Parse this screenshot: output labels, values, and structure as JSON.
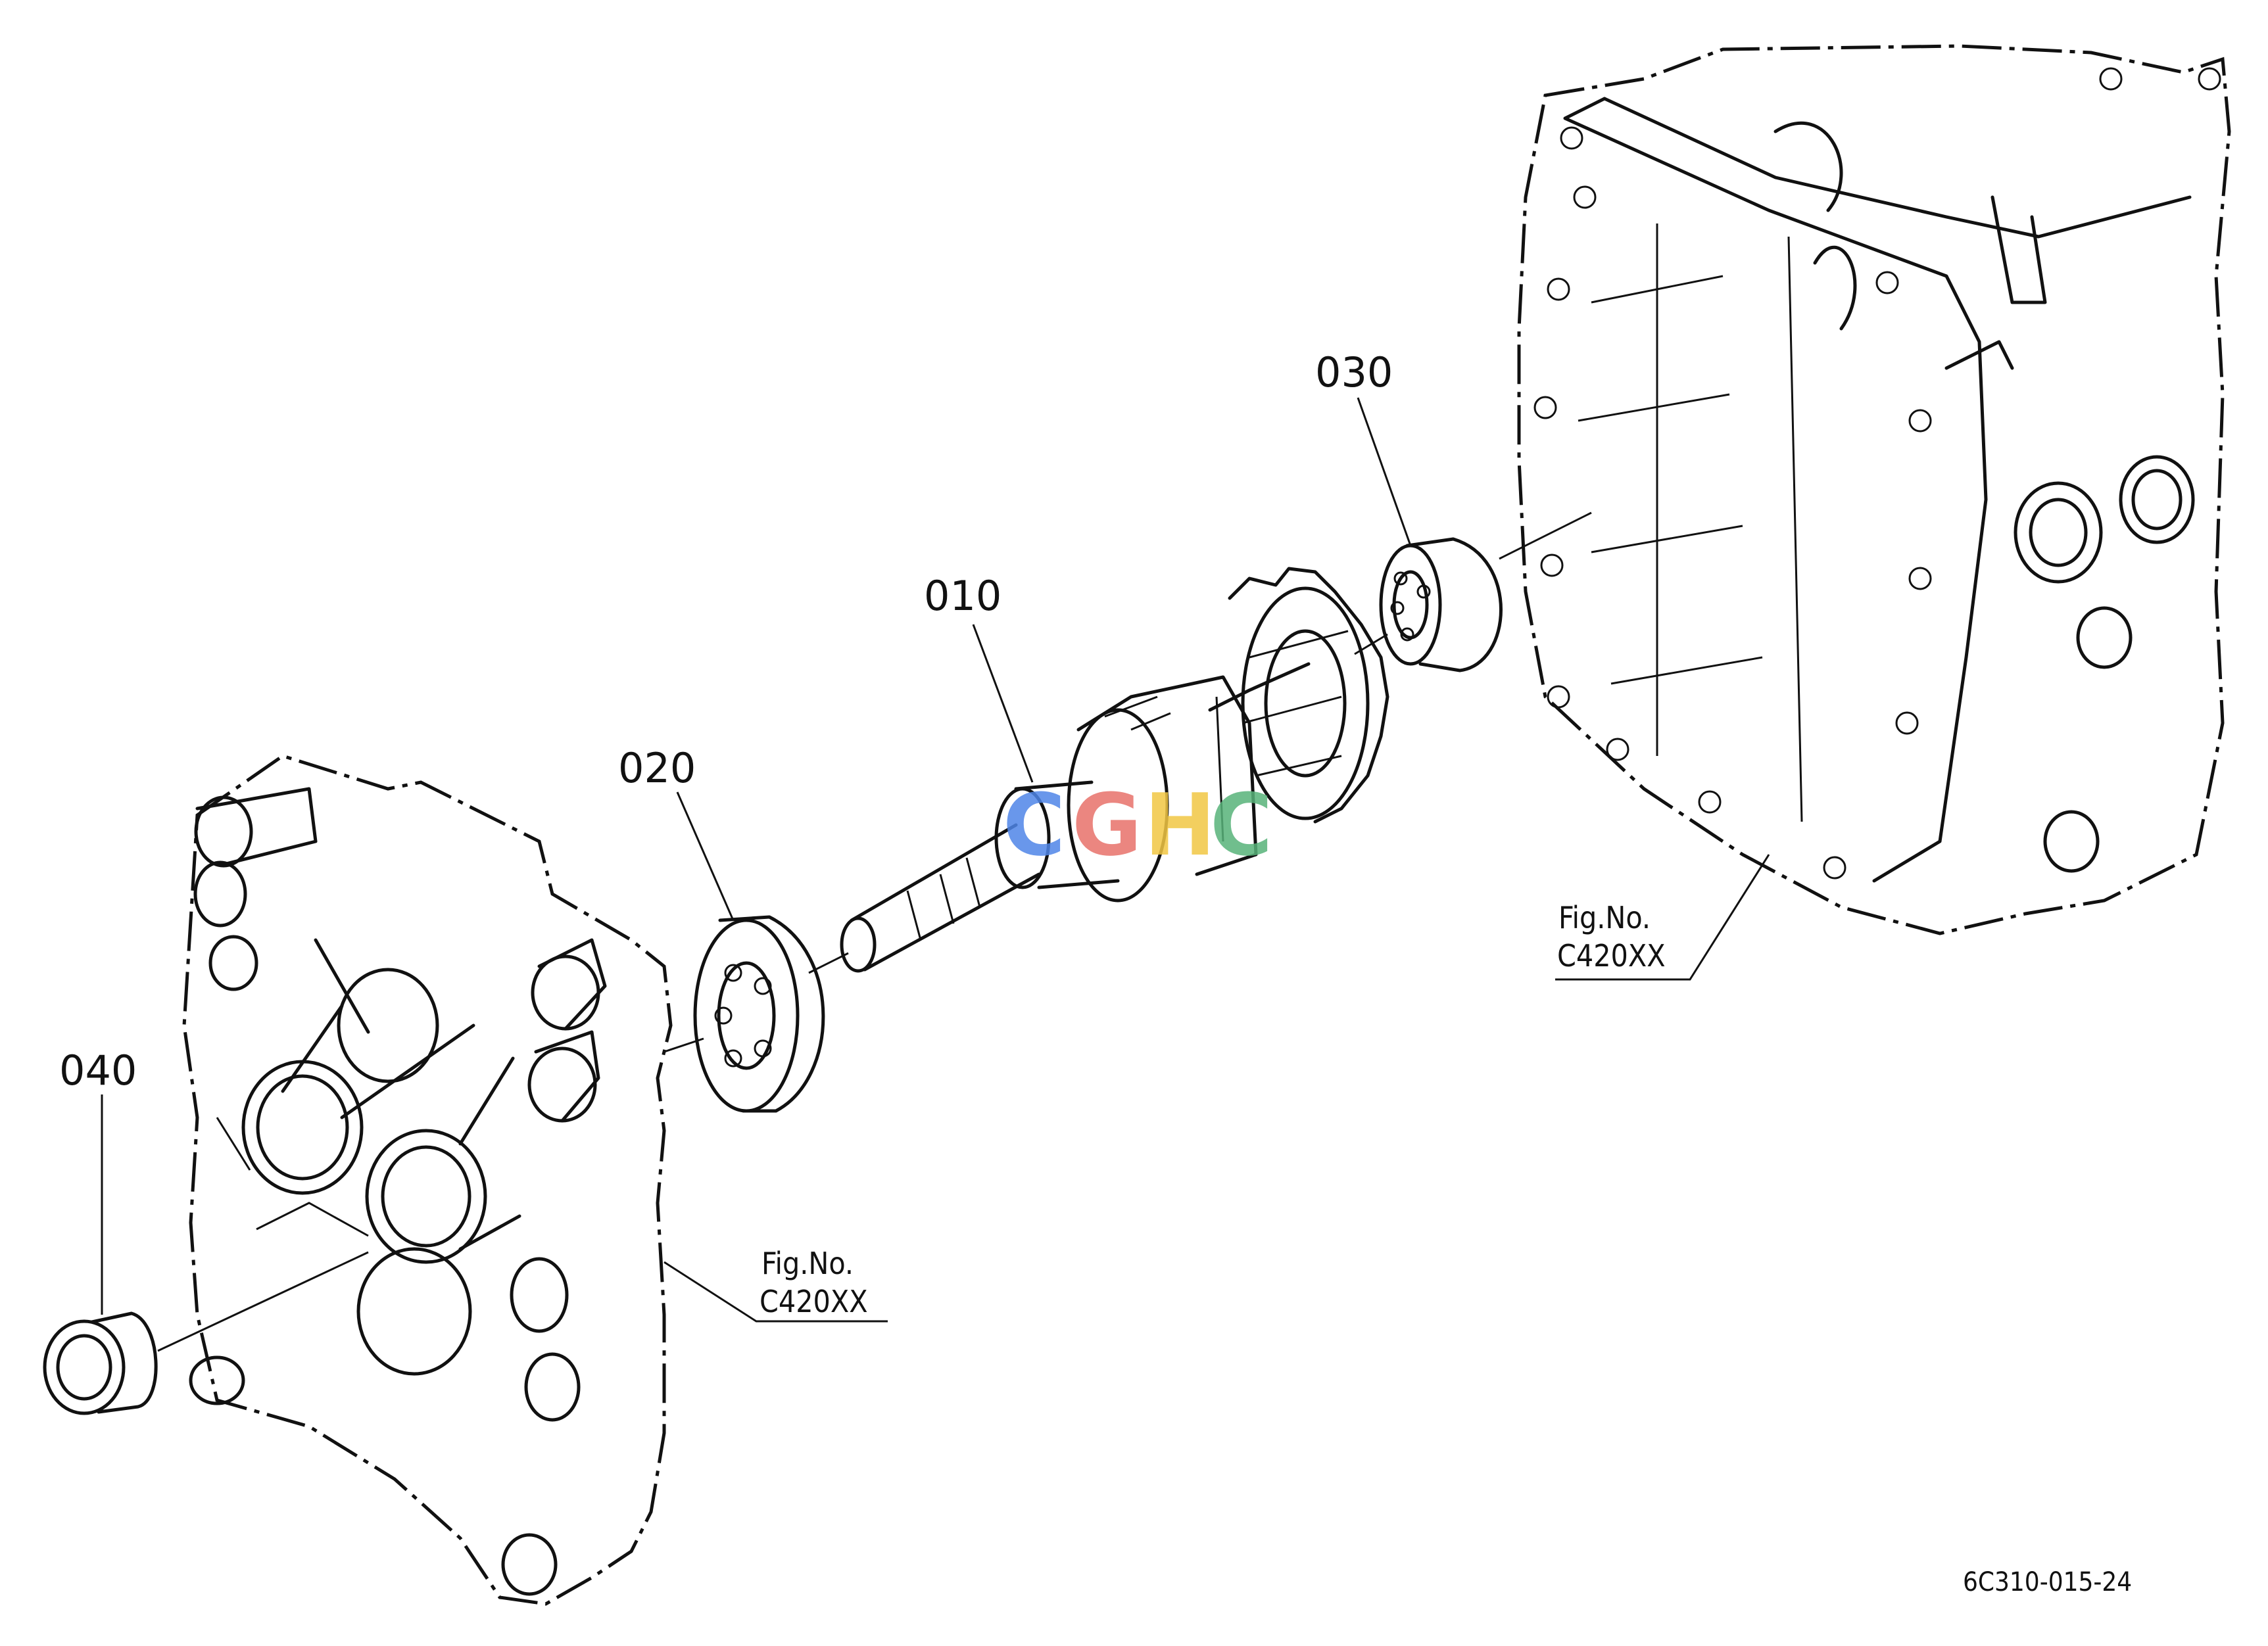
{
  "callouts": {
    "p010": "010",
    "p020": "020",
    "p030": "030",
    "p040": "040"
  },
  "references": {
    "left": {
      "line1": "Fig.No.",
      "line2": "C420XX"
    },
    "right": {
      "line1": "Fig.No.",
      "line2": "C420XX"
    }
  },
  "footer": {
    "code": "6C310-015-24"
  },
  "watermark": {
    "text": "CGHC",
    "colors": [
      "#4f86e8",
      "#e8726a",
      "#f2c744",
      "#58b37a"
    ]
  }
}
